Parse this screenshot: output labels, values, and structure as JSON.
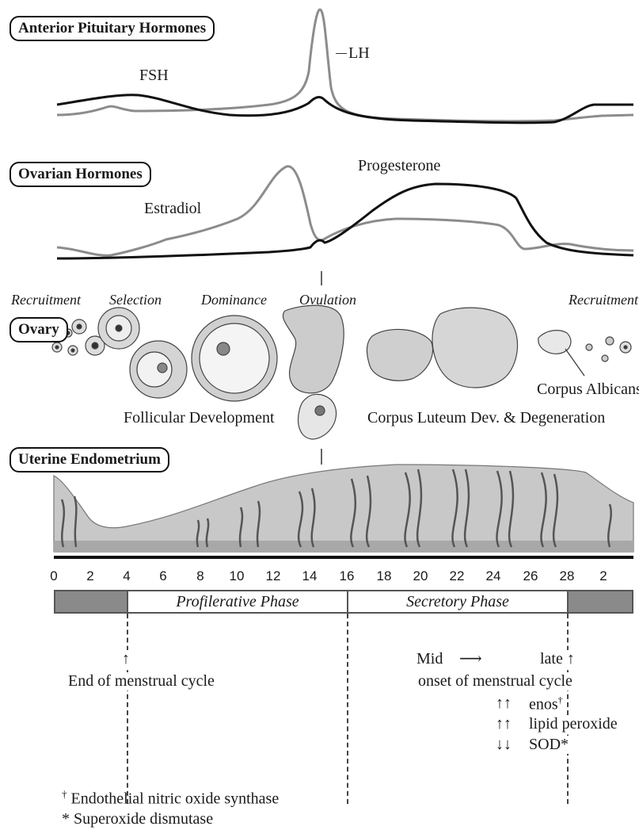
{
  "sections": {
    "pituitary": "Anterior Pituitary Hormones",
    "ovarian": "Ovarian Hormones",
    "ovary": "Ovary",
    "endometrium": "Uterine Endometrium"
  },
  "hormones": {
    "fsh": "FSH",
    "lh": "LH",
    "estradiol": "Estradiol",
    "progesterone": "Progesterone"
  },
  "ovary_stages": [
    "Recruitment",
    "Selection",
    "Dominance",
    "Ovulation",
    "Recruitment"
  ],
  "ovary_labels": {
    "follicular": "Follicular Development",
    "corpus_luteum": "Corpus Luteum Dev. & Degeneration",
    "corpus_albicans": "Corpus Albicans"
  },
  "day_axis": [
    "0",
    "2",
    "4",
    "6",
    "8",
    "10",
    "12",
    "14",
    "16",
    "18",
    "20",
    "22",
    "24",
    "26",
    "28",
    "2"
  ],
  "phases": {
    "proliferative": "Profilerative Phase",
    "secretory": "Secretory Phase"
  },
  "annotations": {
    "up_arrow": "↑",
    "end_menstrual": "End of menstrual cycle",
    "mid": "Mid",
    "right_arrow": "⟶",
    "late": "late ↑",
    "onset": "onset of menstrual cycle",
    "enos_arrows": "↑↑",
    "enos": "enos",
    "dagger": "†",
    "lipid_arrows": "↑↑",
    "lipid": "lipid peroxide",
    "sod_arrows": "↓↓",
    "sod": "SOD*"
  },
  "footnotes": {
    "dagger_symbol": "†",
    "dagger_text": "Endothelial nitric oxide synthase",
    "star_symbol": "*",
    "star_text": "Superoxide dismutase"
  },
  "colors": {
    "line_dark": "#111111",
    "line_gray": "#8c8c8c",
    "tissue": "#c8c8c8",
    "menses_block": "#8a8a8a"
  }
}
